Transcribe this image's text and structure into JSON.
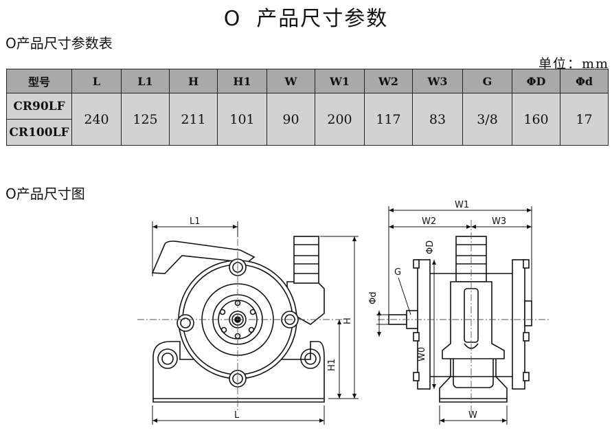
{
  "title": "产品尺寸参数",
  "title_symbol": "O",
  "sections": {
    "table_title": "O产品尺寸参数表",
    "drawing_title": "O产品尺寸图"
  },
  "unit_label": "单位：mm",
  "table": {
    "headers": [
      "型号",
      "L",
      "L1",
      "H",
      "H1",
      "W",
      "W1",
      "W2",
      "W3",
      "G",
      "ΦD",
      "Φd"
    ],
    "models": [
      "CR90LF",
      "CR100LF"
    ],
    "values": [
      "240",
      "125",
      "211",
      "101",
      "90",
      "200",
      "117",
      "83",
      "3/8",
      "160",
      "17"
    ]
  },
  "drawing_labels": {
    "L": "L",
    "L1": "L1",
    "H": "H",
    "H1": "H1",
    "W": "W",
    "W1": "W1",
    "W2": "W2",
    "W3": "W3",
    "G": "G",
    "phiD": "ΦD",
    "phid": "Φd",
    "W0": "W0"
  }
}
